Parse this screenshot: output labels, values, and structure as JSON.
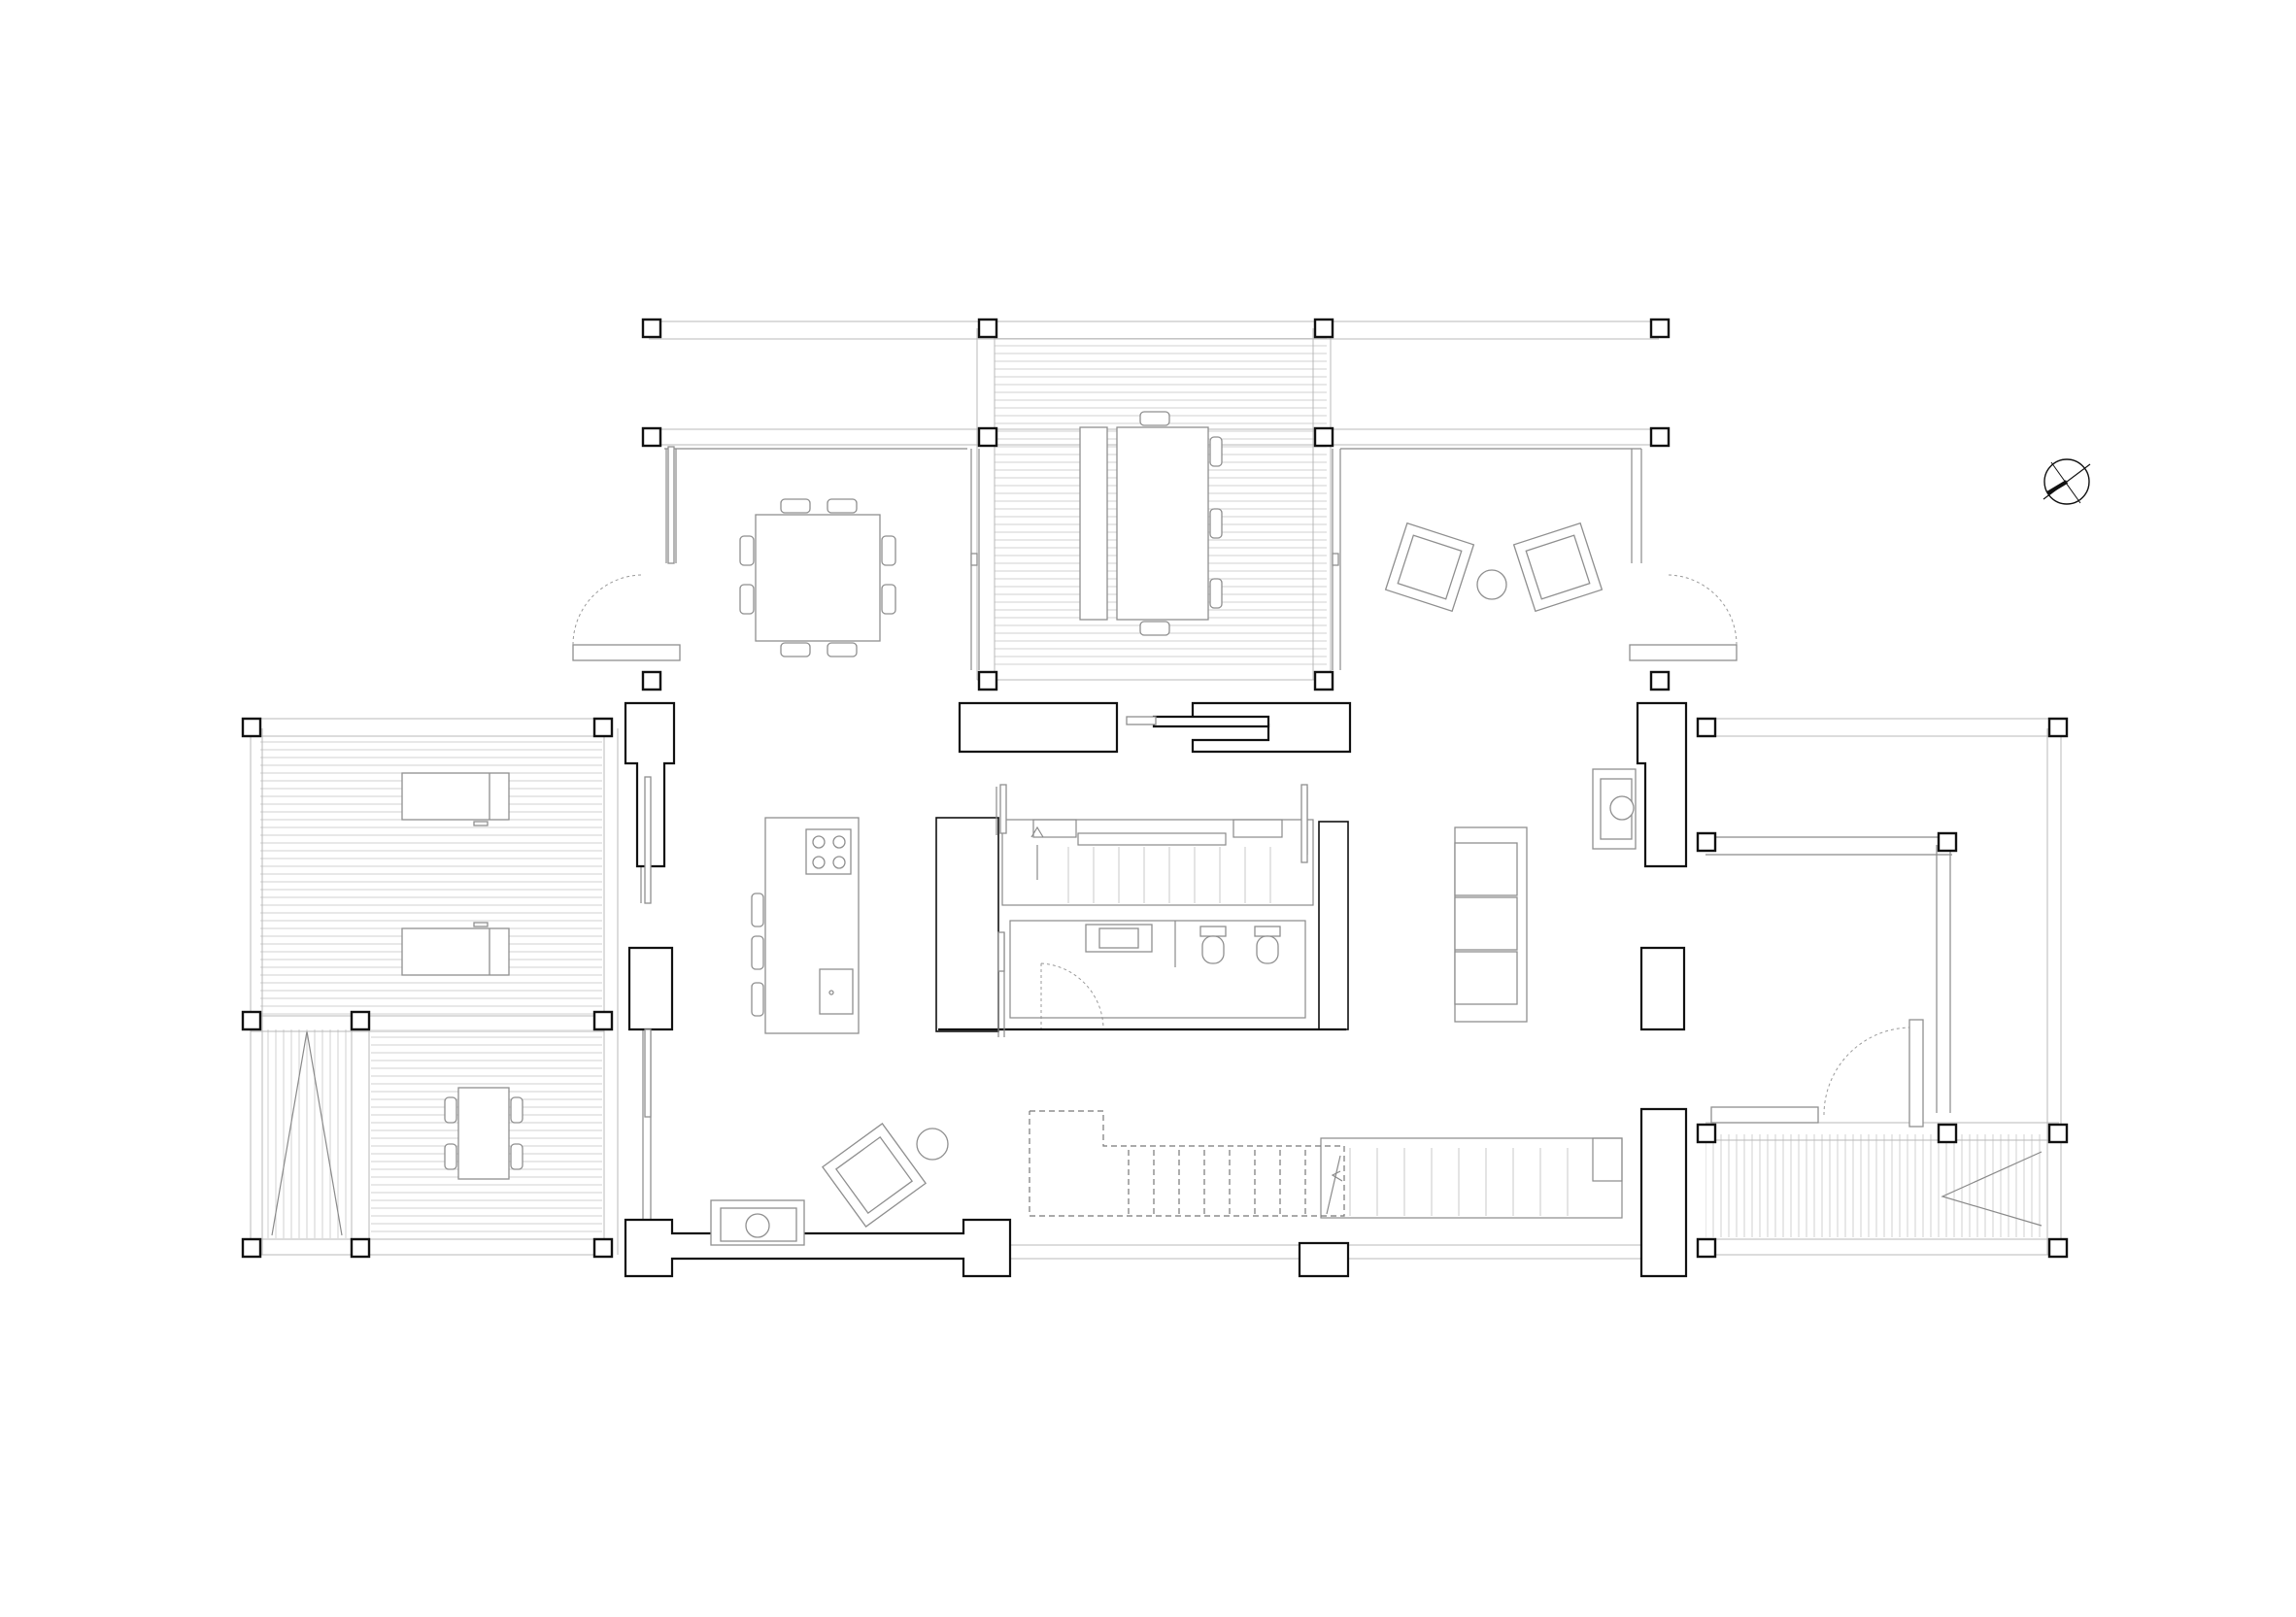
{
  "drawing": {
    "type": "architectural floor plan",
    "line_color": "#111111",
    "hatch_color": "#c9c9c9",
    "furniture_color": "#8f8f8f",
    "background": "#ffffff"
  },
  "north_arrow": {
    "icon": "north-arrow-icon"
  },
  "rooms": [
    {
      "id": "dining",
      "furniture": [
        "table",
        "chairs-8"
      ]
    },
    {
      "id": "covered-terrace-north",
      "furniture": [
        "long-table",
        "bench",
        "chairs-8"
      ]
    },
    {
      "id": "lounge-north",
      "furniture": [
        "armchair",
        "armchair",
        "side-table"
      ]
    },
    {
      "id": "pool-deck",
      "furniture": [
        "sun-lounger",
        "sun-lounger"
      ]
    },
    {
      "id": "west-terrace",
      "furniture": [
        "small-table",
        "chairs-4"
      ]
    },
    {
      "id": "kitchen",
      "furniture": [
        "island",
        "hob",
        "sink",
        "stools-3"
      ]
    },
    {
      "id": "stair-core",
      "furniture": [
        "stair",
        "vanity",
        "toilet",
        "bidet"
      ]
    },
    {
      "id": "living",
      "furniture": [
        "sofa",
        "fireplace"
      ]
    },
    {
      "id": "south-living",
      "furniture": [
        "armchair",
        "side-table",
        "fireplace"
      ]
    },
    {
      "id": "east-porch",
      "furniture": [
        "ramp"
      ]
    }
  ]
}
